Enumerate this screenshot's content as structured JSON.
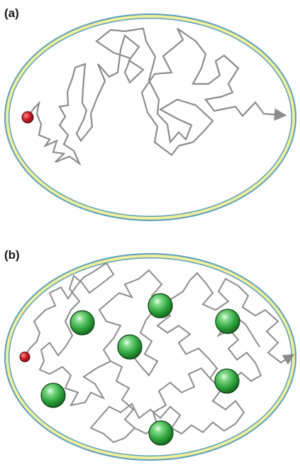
{
  "panels": [
    {
      "label": "(a)",
      "obstacle_count": 0
    },
    {
      "label": "(b)",
      "obstacle_count": 7
    }
  ],
  "colors": {
    "membrane_outer": "#5a9fba",
    "membrane_inner": "#f1ee9c",
    "path": "#8c8c8c",
    "particle": "#d0202a",
    "obstacle": "#2ea33c"
  }
}
